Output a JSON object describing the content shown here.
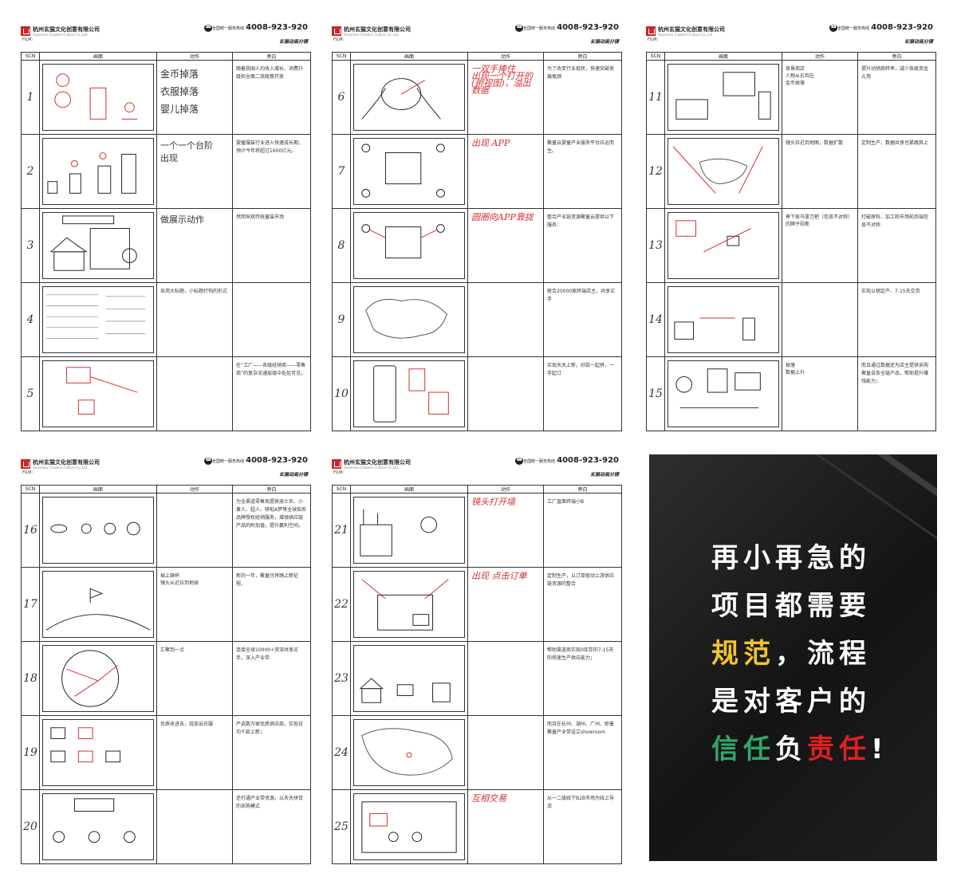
{
  "header": {
    "company": "杭州玄猫文化创意有限公司",
    "company_sub": "Xuanmao Creative Culture Co.,Ltd",
    "film": "FILM:",
    "hotline_label": "全国统一服务热线",
    "hotline": "4008-923-920",
    "storyboard_label": "玄猫动画分镜"
  },
  "columns": {
    "scn": "SCN",
    "image": "画面",
    "action": "动作",
    "narration": "旁白"
  },
  "pages": [
    {
      "scenes": [
        {
          "num": "1",
          "action": "金币掉落\n衣服掉落\n婴儿掉落",
          "style": "big",
          "narration": "随着我国人均收入增长、消费升级和全面二孩政策开放"
        },
        {
          "num": "2",
          "action": "一个一个台阶\n出现",
          "style": "mid",
          "narration": "婴童服装行业进入快速成长期，预计今年将超过1600亿元。"
        },
        {
          "num": "3",
          "action": "做展示动作",
          "style": "mid",
          "narration": "然而纵观传统童装市场"
        },
        {
          "num": "4",
          "action": "采用大标题，小标题打钩的形式",
          "style": "",
          "narration": ""
        },
        {
          "num": "5",
          "action": "",
          "style": "",
          "narration": "在“工厂——各级经销商——零售商”的复杂流通层级中处处可见。"
        }
      ]
    },
    {
      "scenes": [
        {
          "num": "6",
          "action": "一双手捧住\n出现一个打开的\n(俯视图)，溢出\n数据",
          "style": "hand",
          "narration": "为了改变行业现状，快速突破发展瓶颈"
        },
        {
          "num": "7",
          "action": "出现 APP",
          "style": "hand",
          "narration": "聚童云婴童产业服务平台应运而生。"
        },
        {
          "num": "8",
          "action": "圆圈向APP靠拢",
          "style": "hand",
          "narration": "整合产业链资源聚童云提供以下服务："
        },
        {
          "num": "9",
          "action": "",
          "style": "",
          "narration": "联合20000家终端店主，共享买手"
        },
        {
          "num": "10",
          "action": "",
          "style": "",
          "narration": "实现天天上新，好款一起拼，一手起订"
        }
      ]
    },
    {
      "scenes": [
        {
          "num": "11",
          "action": "背景商店\n人物从右到左\n金币掉落",
          "style": "",
          "narration": "提升动销周转率，减少各级资金占用"
        },
        {
          "num": "12",
          "action": "镜头拉近到地图，数据扩散",
          "style": "",
          "narration": "定制生产，数据共享也紧跟其上"
        },
        {
          "num": "13",
          "action": "摔下斑马拿刀把（信息不对称）的牌子砍断",
          "style": "",
          "narration": "打破原料、加工和市场前后端信息不对称"
        },
        {
          "num": "14",
          "action": "",
          "style": "",
          "narration": "实现以销定产、7-15天交货"
        },
        {
          "num": "15",
          "action": "掉落\n数据上升",
          "style": "",
          "narration": "而且通过数据还为店主提供采购聚童自条全链产品，帮助提升赚钱能力；"
        }
      ]
    },
    {
      "scenes": [
        {
          "num": "16",
          "action": "",
          "style": "",
          "narration": "为全渠道零售商提供迪士尼、小黄人、超人、哆啦A梦等全球知名品牌授权经销服务，增强供应链产品的附加值，提升赢利空间。"
        },
        {
          "num": "17",
          "action": "插上旗帜\n镜头从近拉到地球",
          "style": "",
          "narration": "新的一年，聚童也将踏上新征程。"
        },
        {
          "num": "18",
          "action": "汇聚到一点",
          "style": "",
          "narration": "连接全球10000+资深共享买手，深入产业带"
        },
        {
          "num": "19",
          "action": "优质收进去，烧放出衣服",
          "style": "",
          "narration": "严选数万家优质供应商，实现日均千款上新；"
        },
        {
          "num": "20",
          "action": "",
          "style": "",
          "narration": "还打通产业带资源，以天天拼货的采购模式"
        }
      ]
    },
    {
      "scenes": [
        {
          "num": "21",
          "action": "镜头打开墙",
          "style": "hand",
          "narration": "工厂直面终端小B"
        },
        {
          "num": "22",
          "action": "出现 点击订单",
          "style": "hand",
          "narration": "定制生产，以订单驱动上游供应链资源的整合"
        },
        {
          "num": "23",
          "action": "",
          "style": "",
          "narration": "帮助渠道商实现0库存的7-15天的快速生产供应能力；"
        },
        {
          "num": "24",
          "action": "",
          "style": "",
          "narration": "而且在杭州、湖州、广州、即墨聚童产业带设立showroom"
        },
        {
          "num": "25",
          "action": "互相交易",
          "style": "hand",
          "narration": "从一二级线下B2B市场为线上导流"
        }
      ]
    }
  ],
  "slogan": {
    "line1": "再小再急的",
    "line2": "项目都需要",
    "line3_highlight": "规范",
    "line3_rest": "，流程",
    "line4": "是对客户的",
    "line5_a": "信任",
    "line5_b": "负",
    "line5_c": "责任",
    "line5_end": "!",
    "colors": {
      "highlight": "#f2c230",
      "trust": "#2ea86b",
      "duty": "#e02020"
    }
  }
}
